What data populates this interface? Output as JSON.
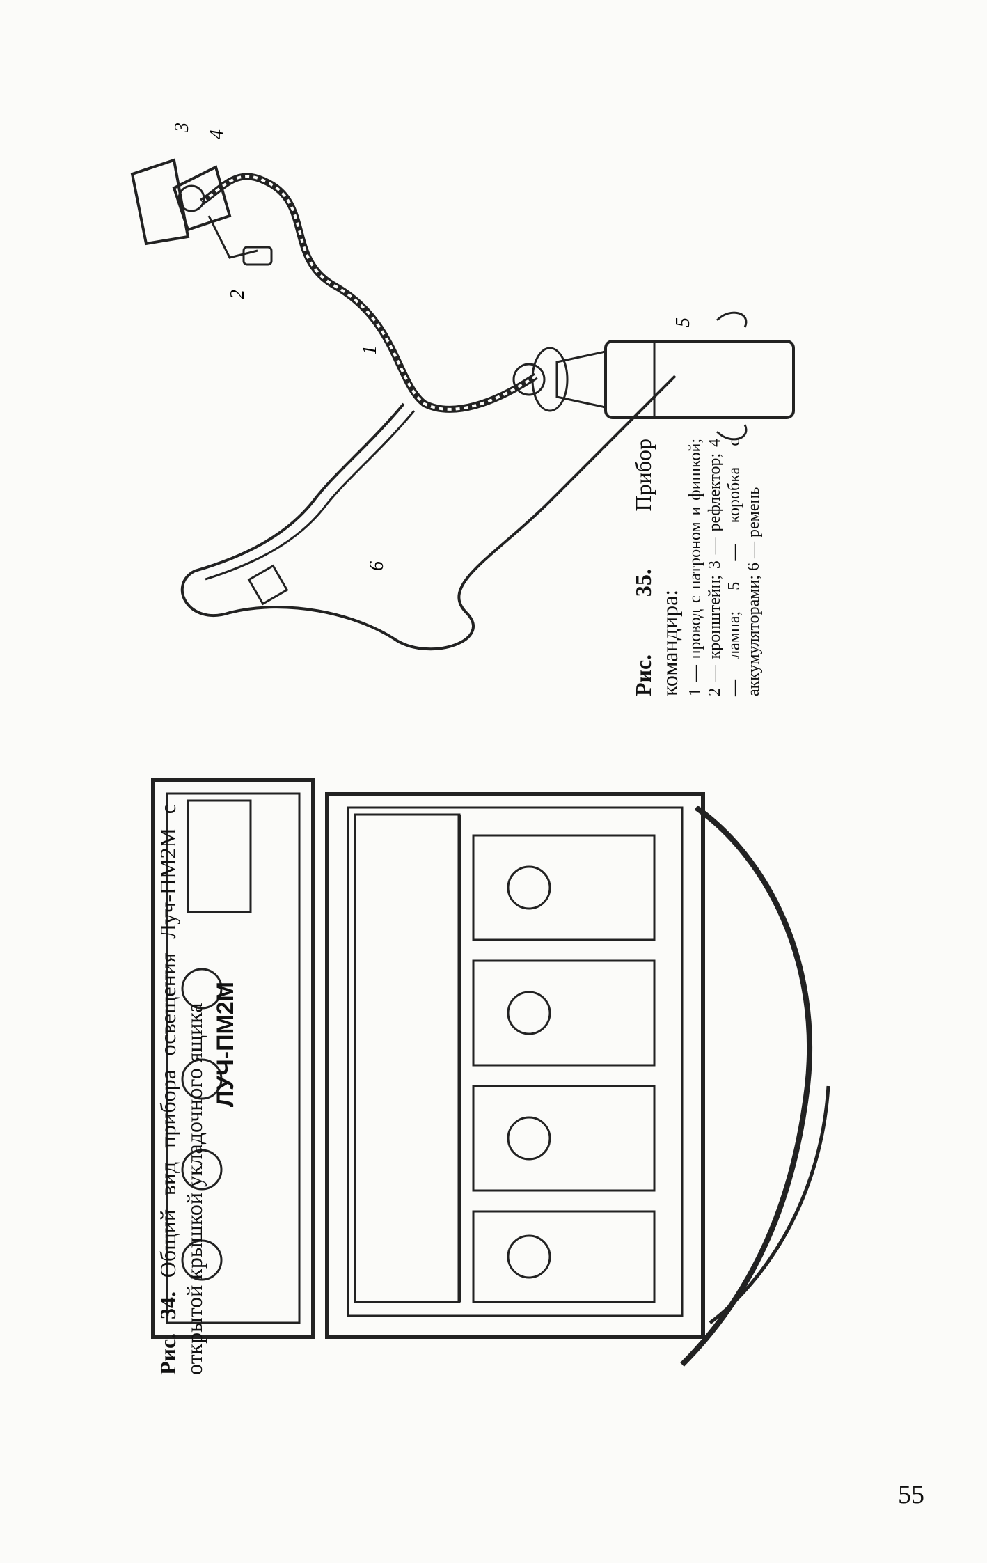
{
  "figure35": {
    "title_prefix": "Рис.",
    "title_number": "35.",
    "title_rest": "Прибор командира:",
    "legend": "1 — провод с патроном и фишкой; 2 — кронштейн; 3 — рефлектор; 4 — лампа; 5 — коробка с аккумуляторами; 6 — ремень",
    "callouts": [
      "1",
      "2",
      "3",
      "4",
      "5",
      "6"
    ]
  },
  "figure34": {
    "title_prefix": "Рис.",
    "title_number": "34.",
    "title_rest": "Общий вид прибора освещения Луч-ПМ2М с открытой крышкой укладочного ящика",
    "lid_label": "ЛУЧ-ПМ2М"
  },
  "page_number": "55"
}
